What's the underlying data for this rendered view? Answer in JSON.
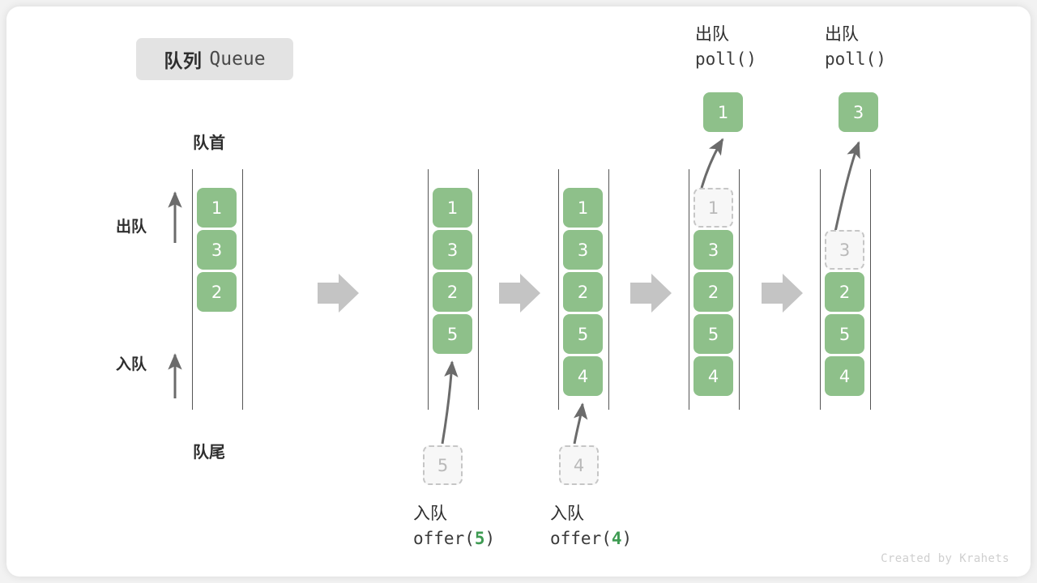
{
  "title": {
    "cn": "队列",
    "en": "Queue"
  },
  "labels": {
    "head": "队首",
    "tail": "队尾",
    "dequeue_side": "出队",
    "enqueue_side": "入队"
  },
  "credit": "Created by Krahets",
  "colors": {
    "cell_fill": "#8ec08a",
    "cell_text": "#ffffff",
    "ghost_border": "#c6c6c6",
    "ghost_text": "#b9b9b9",
    "rail": "#555555",
    "arrow": "#6b6b6b",
    "step_arrow": "#c4c4c4",
    "accent_green": "#3e9b52",
    "chip_bg": "#e3e3e3"
  },
  "stages": [
    {
      "id": "initial",
      "cells": [
        {
          "value": "1",
          "state": "filled"
        },
        {
          "value": "3",
          "state": "filled"
        },
        {
          "value": "2",
          "state": "filled"
        }
      ],
      "op_cn": "",
      "op_code": ""
    },
    {
      "id": "offer-5",
      "cells": [
        {
          "value": "1",
          "state": "filled"
        },
        {
          "value": "3",
          "state": "filled"
        },
        {
          "value": "2",
          "state": "filled"
        },
        {
          "value": "5",
          "state": "filled"
        }
      ],
      "op_cn": "入队",
      "op_code_prefix": "offer(",
      "op_code_arg": "5",
      "op_code_suffix": ")",
      "op_position": "bottom",
      "floating": {
        "value": "5",
        "state": "ghost"
      }
    },
    {
      "id": "offer-4",
      "cells": [
        {
          "value": "1",
          "state": "filled"
        },
        {
          "value": "3",
          "state": "filled"
        },
        {
          "value": "2",
          "state": "filled"
        },
        {
          "value": "5",
          "state": "filled"
        },
        {
          "value": "4",
          "state": "filled"
        }
      ],
      "op_cn": "入队",
      "op_code_prefix": "offer(",
      "op_code_arg": "4",
      "op_code_suffix": ")",
      "op_position": "bottom",
      "floating": {
        "value": "4",
        "state": "ghost"
      }
    },
    {
      "id": "poll-1",
      "cells": [
        {
          "value": "1",
          "state": "ghost"
        },
        {
          "value": "3",
          "state": "filled"
        },
        {
          "value": "2",
          "state": "filled"
        },
        {
          "value": "5",
          "state": "filled"
        },
        {
          "value": "4",
          "state": "filled"
        }
      ],
      "op_cn": "出队",
      "op_code_prefix": "poll(",
      "op_code_arg": "",
      "op_code_suffix": ")",
      "op_position": "top",
      "floating": {
        "value": "1",
        "state": "filled"
      }
    },
    {
      "id": "poll-3",
      "cells": [
        {
          "value": "3",
          "state": "ghost"
        },
        {
          "value": "2",
          "state": "filled"
        },
        {
          "value": "5",
          "state": "filled"
        },
        {
          "value": "4",
          "state": "filled"
        }
      ],
      "op_cn": "出队",
      "op_code_prefix": "poll(",
      "op_code_arg": "",
      "op_code_suffix": ")",
      "op_position": "top",
      "floating": {
        "value": "3",
        "state": "filled"
      }
    }
  ]
}
